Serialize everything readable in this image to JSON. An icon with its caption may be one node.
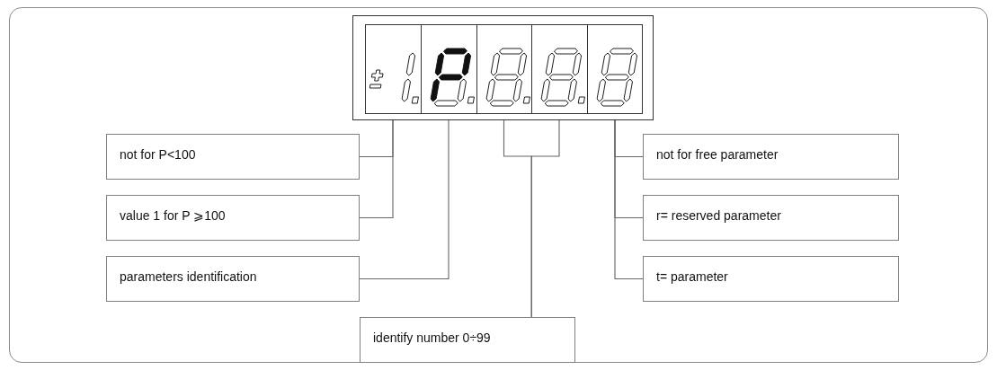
{
  "diagram": {
    "nodes": [
      {
        "text": [],
        "shape": "box"
      },
      {
        "text": [],
        "shape": "box",
        "in": 0
      },
      {
        "text": [],
        "shape": "box",
        "in": 0
      },
      {
        "text": [],
        "shape": "box",
        "in": 0
      },
      {
        "text": [],
        "shape": "box",
        "in": 0
      },
      {
        "text": [],
        "shape": "box",
        "in": 0
      },
      {
        "text": [
          "not for P<100"
        ]
      },
      {
        "text": [
          "value 1 for P ⩾100"
        ]
      },
      {
        "text": [
          "parameters identification"
        ]
      },
      {
        "text": [
          "identify number 0÷99"
        ]
      },
      {
        "text": [
          "not for free parameter"
        ]
      },
      {
        "text": [
          "r= reserved parameter"
        ]
      },
      {
        "text": [
          "t= parameter"
        ]
      }
    ],
    "edges": [
      {
        "from": 6,
        "to": 1,
        "arrow": "none"
      },
      {
        "from": 7,
        "to": 1,
        "arrow": "none"
      },
      {
        "from": 8,
        "to": 2,
        "arrow": "none"
      },
      {
        "from": 9,
        "to": 3,
        "arrow": "none"
      },
      {
        "from": 9,
        "to": 4,
        "arrow": "none"
      },
      {
        "from": 10,
        "to": 5,
        "arrow": "none"
      },
      {
        "from": 11,
        "to": 5,
        "arrow": "none"
      },
      {
        "from": 12,
        "to": 5,
        "arrow": "none"
      }
    ]
  }
}
